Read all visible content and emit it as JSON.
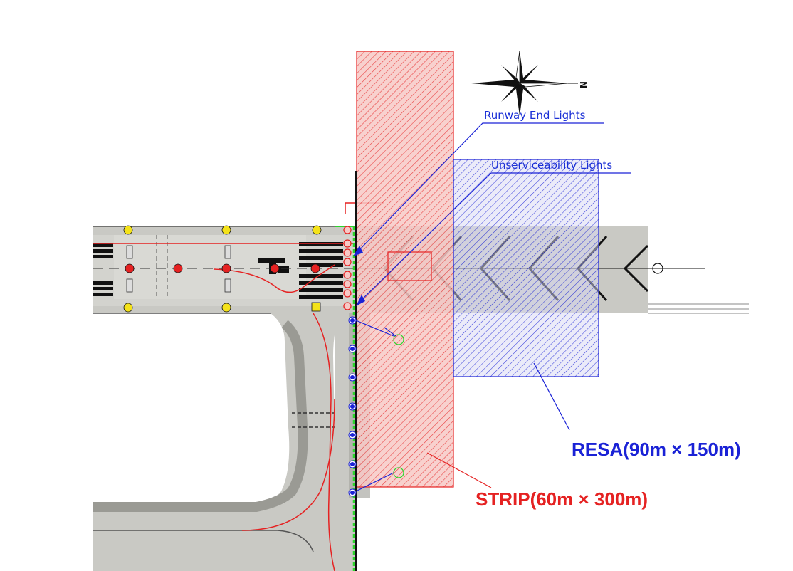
{
  "labels": {
    "runway_end_lights": "Runway End Lights",
    "unserviceability_lights": "Unserviceability Lights",
    "resa": "RESA(90m × 150m)",
    "strip": "STRIP(60m × 300m)",
    "north": "N"
  },
  "colors": {
    "strip": "#e52222",
    "resa": "#1a22d6",
    "pavement": "#c9c9c4",
    "pavement_dark": "#9a9a94",
    "edge_light_yellow": "#f4e21a",
    "runway_end_light": "#e52222",
    "edge_light_blue": "#1a22d6",
    "taxi_line": "#2bd42b"
  }
}
